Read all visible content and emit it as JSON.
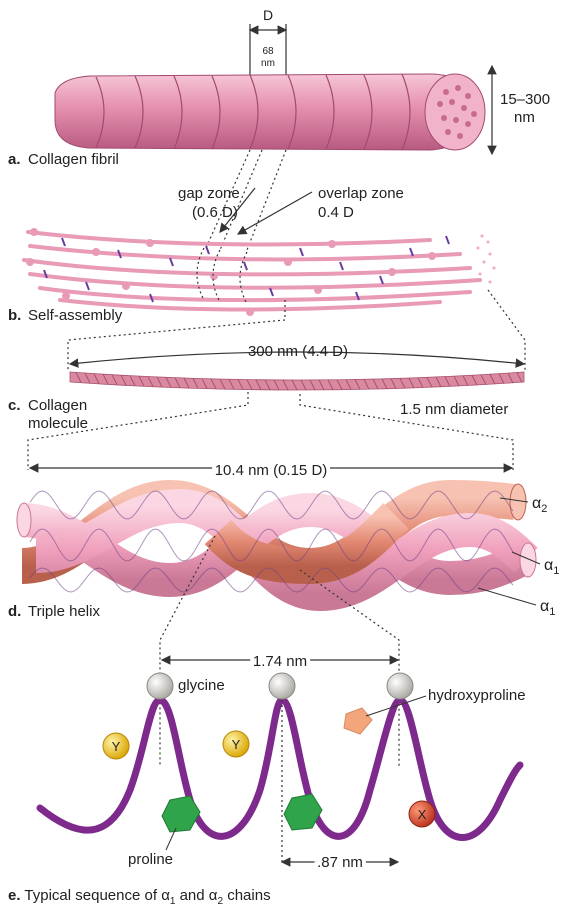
{
  "colors": {
    "fibril": "#e58fae",
    "fibril_dark": "#c86b8e",
    "fibril_light": "#f2bccf",
    "salmon": "#e98a78",
    "pink_tube": "#f2a6c0",
    "purple": "#7d2a8c",
    "glycine": "#d4d2cc",
    "hydroxyproline": "#f3a57c",
    "proline": "#2fa44a",
    "x_residue": "#d9482b",
    "y_residue": "#f1c232"
  },
  "fibril": {
    "d_label": "D",
    "gap_label_top": "68",
    "gap_label_bottom": "nm",
    "diameter_top": "15–300",
    "diameter_bottom": "nm",
    "panel_letter": "a.",
    "panel_title": "Collagen fibril"
  },
  "assembly": {
    "gap_zone_line1": "gap zone",
    "gap_zone_line2": "(0.6 D)",
    "overlap_zone_line1": "overlap zone",
    "overlap_zone_line2": "0.4 D",
    "panel_letter": "b.",
    "panel_title": "Self-assembly"
  },
  "molecule": {
    "length_label": "300 nm (4.4 D)",
    "panel_letter": "c.",
    "panel_title_line1": "Collagen",
    "panel_title_line2": "molecule",
    "diameter_label": "1.5 nm diameter"
  },
  "helix": {
    "length_label": "10.4 nm (0.15 D)",
    "alpha2": "α",
    "alpha2_sub": "2",
    "alpha1_a": "α",
    "alpha1_a_sub": "1",
    "alpha1_b": "α",
    "alpha1_b_sub": "1",
    "panel_letter": "d.",
    "panel_title": "Triple helix"
  },
  "sequence": {
    "period_label": "1.74 nm",
    "glycine": "glycine",
    "hydroxyproline": "hydroxyproline",
    "y_label_1": "Y",
    "y_label_2": "Y",
    "x_label": "X",
    "proline": "proline",
    "spacing_label": ".87 nm",
    "panel_letter": "e.",
    "panel_title_prefix": "Typical sequence of",
    "panel_title_a": "α",
    "panel_title_a_sub": "1",
    "panel_title_and": "and",
    "panel_title_b": "α",
    "panel_title_b_sub": "2",
    "panel_title_suffix": "chains"
  }
}
